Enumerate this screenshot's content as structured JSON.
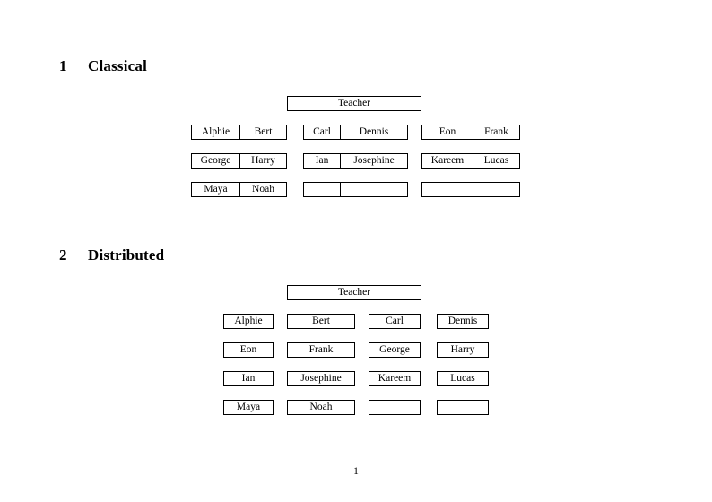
{
  "document": {
    "page_number": "1"
  },
  "sections": [
    {
      "number": "1",
      "title": "Classical",
      "teacher_label": "Teacher",
      "groups": [
        {
          "rows": [
            [
              "Alphie",
              "Bert"
            ],
            [
              "George",
              "Harry"
            ],
            [
              "Maya",
              "Noah"
            ]
          ]
        },
        {
          "rows": [
            [
              "Carl",
              "Dennis"
            ],
            [
              "Ian",
              "Josephine"
            ],
            [
              "",
              ""
            ]
          ]
        },
        {
          "rows": [
            [
              "Eon",
              "Frank"
            ],
            [
              "Kareem",
              "Lucas"
            ],
            [
              "",
              ""
            ]
          ]
        }
      ]
    },
    {
      "number": "2",
      "title": "Distributed",
      "teacher_label": "Teacher",
      "rows": [
        [
          "Alphie",
          "Bert",
          "Carl",
          "Dennis"
        ],
        [
          "Eon",
          "Frank",
          "George",
          "Harry"
        ],
        [
          "Ian",
          "Josephine",
          "Kareem",
          "Lucas"
        ],
        [
          "Maya",
          "Noah",
          "",
          ""
        ]
      ]
    }
  ],
  "colors": {
    "text": "#000000",
    "border": "#000000",
    "background": "#ffffff"
  }
}
